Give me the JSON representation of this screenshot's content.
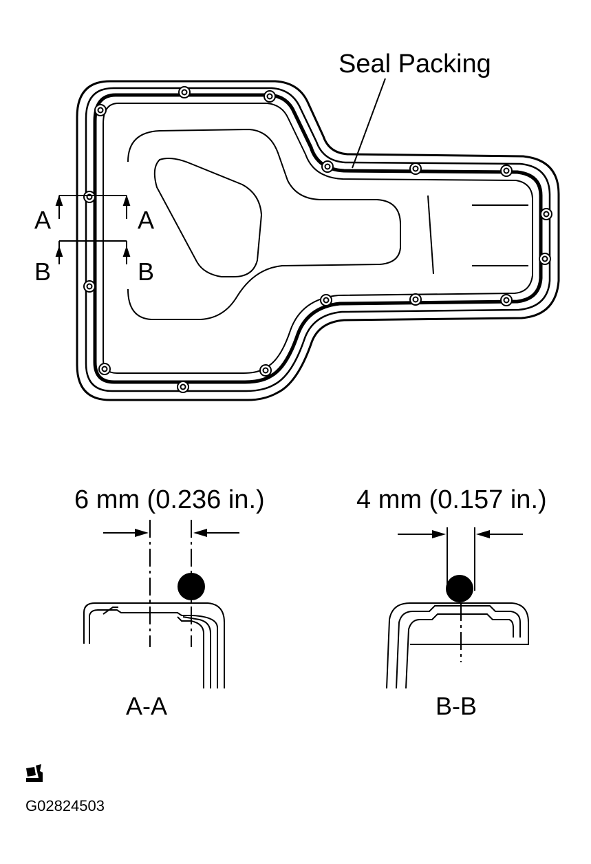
{
  "callouts": {
    "seal_packing": "Seal Packing"
  },
  "section_markers": {
    "a_left": "A",
    "a_right": "A",
    "b_left": "B",
    "b_right": "B"
  },
  "dimensions": {
    "aa": "6 mm (0.236 in.)",
    "bb": "4 mm (0.157 in.)"
  },
  "sections": {
    "aa_title": "A-A",
    "bb_title": "B-B"
  },
  "footer": {
    "figure_id": "G02824503"
  },
  "icons": {
    "sealant_symbol": "sealant-icon"
  }
}
